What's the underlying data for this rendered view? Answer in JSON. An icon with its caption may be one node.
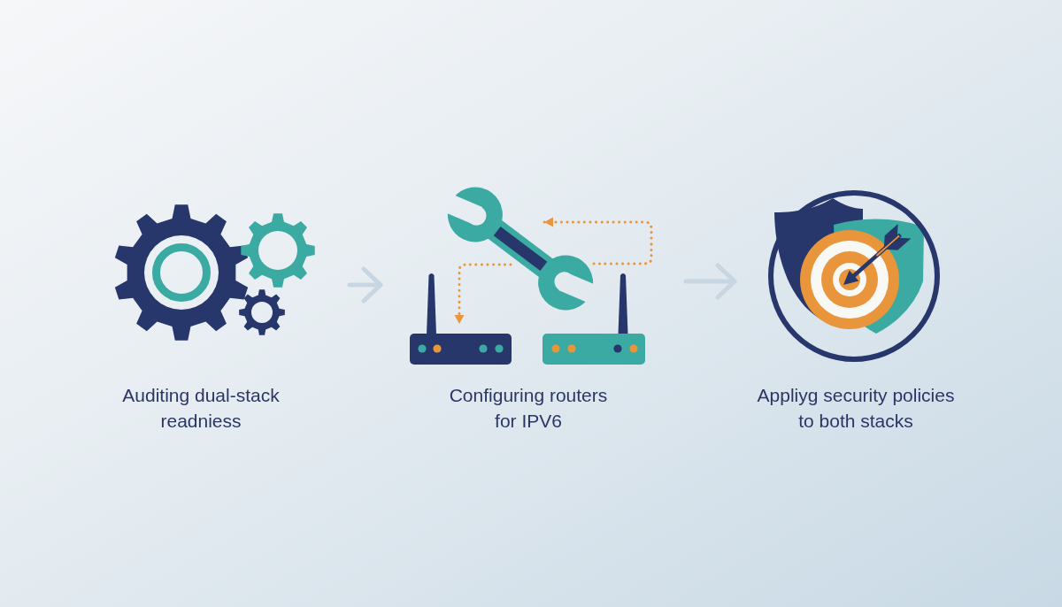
{
  "diagram": {
    "nodes": [
      {
        "text": [
          "Auditing dual-stack readniess"
        ]
      },
      {
        "text": [
          "Configuring routers for IPV6"
        ]
      },
      {
        "text": [],
        "shape": "picture",
        "in": 1
      },
      {
        "text": [],
        "shape": "picture",
        "in": 1
      },
      {
        "text": [],
        "shape": "picture",
        "in": 1
      },
      {
        "text": [
          "Appliyg security policies to both stacks"
        ]
      }
    ],
    "edges": [
      {
        "from": 0,
        "to": 1,
        "arrow": "to"
      },
      {
        "from": 1,
        "to": 5,
        "arrow": "to"
      },
      {
        "from": 2,
        "to": 2,
        "arrow": "to",
        "style": "dashed",
        "color": "#e8953b"
      },
      {
        "from": 2,
        "to": 3,
        "arrow": "to",
        "style": "dashed",
        "color": "#e8953b"
      }
    ]
  }
}
